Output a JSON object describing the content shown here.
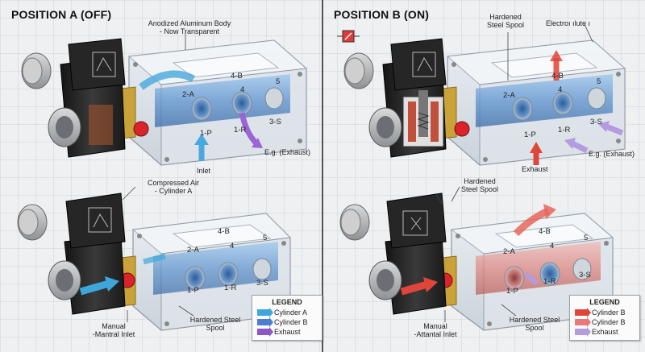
{
  "panels": {
    "a_title": "POSITION A (OFF)",
    "b_title": "POSITION B (ON)"
  },
  "ports": {
    "p2a": "2-A",
    "p4b": "4-B",
    "p4": "4",
    "p5": "5",
    "p1p": "1-P",
    "p1r": "1-R",
    "p3s": "3-S"
  },
  "callouts": {
    "anodized": "Anodized Aluminum Body\n- Now Transparent",
    "inlet": "Inlet",
    "exhaust_eg": "E.g. (Exhaust)",
    "compressed_air": "Compressed Air\n- Cylinder A",
    "manual_inlet": "Manual\n-Mantral Inlet",
    "hardened_spool_a": "Hardened Steel\nSpool",
    "hardened_spool_b_top": "Hardened\nSteel Spool",
    "electric_label": "Electroı ılute ı",
    "exhaust_b": "Exhaust",
    "exhaust_eg_b": "E.g. (Exhaust)",
    "hardened_spool_b_bottom": "Hardened\nSteel Spool",
    "manual_inlet_b": "Manual\n-Attantal Inlet",
    "hardened_spool_b_bottom2": "Hardened Steel\nSpool"
  },
  "legend_a": {
    "title": "LEGEND",
    "items": [
      {
        "label": "Cylinder A",
        "color": "#3fa6dc"
      },
      {
        "label": "Cylinder B",
        "color": "#4a7fd0"
      },
      {
        "label": "Exhaust",
        "color": "#8a56c8"
      }
    ]
  },
  "legend_b": {
    "title": "LEGEND",
    "items": [
      {
        "label": "Cylinder B",
        "color": "#e0453a"
      },
      {
        "label": "Cylinder B",
        "color": "#e87a7a"
      },
      {
        "label": "Exhaust",
        "color": "#b49be0"
      }
    ]
  },
  "colors": {
    "air_blue": "#3fa6dc",
    "exhaust_purple": "#9a66d6",
    "pressure_red": "#e0453a",
    "coil_black": "#1e1e1e",
    "brass": "#c9a23a"
  }
}
